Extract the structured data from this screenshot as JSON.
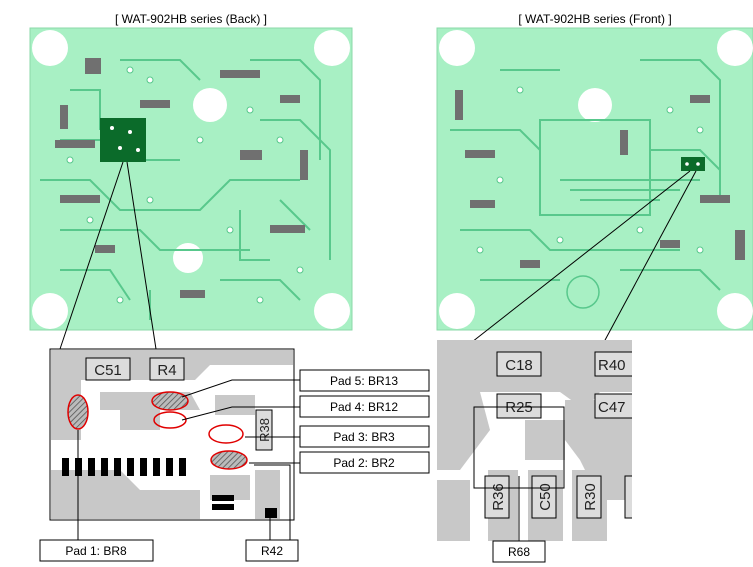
{
  "titles": {
    "back": "[ WAT-902HB series (Back) ]",
    "front": "[ WAT-902HB series (Front) ]"
  },
  "back_detail": {
    "components": {
      "c51": "C51",
      "r4": "R4",
      "r38": "R38"
    }
  },
  "front_detail": {
    "components": {
      "c18": "C18",
      "r40": "R40",
      "r25": "R25",
      "c47": "C47",
      "r36": "R36",
      "c50": "C50",
      "r30": "R30"
    }
  },
  "callouts": {
    "pad5": "Pad 5: BR13",
    "pad4": "Pad 4: BR12",
    "pad3": "Pad 3: BR3",
    "pad2": "Pad 2: BR2",
    "pad1": "Pad 1: BR8",
    "r42": "R42",
    "r68": "R68"
  },
  "colors": {
    "board": "#a8f0c4",
    "trace": "#58c88c",
    "highlight": "#0b6b2a",
    "pad_ring": "#e00000",
    "pcb_gray": "#c8c8c8"
  }
}
